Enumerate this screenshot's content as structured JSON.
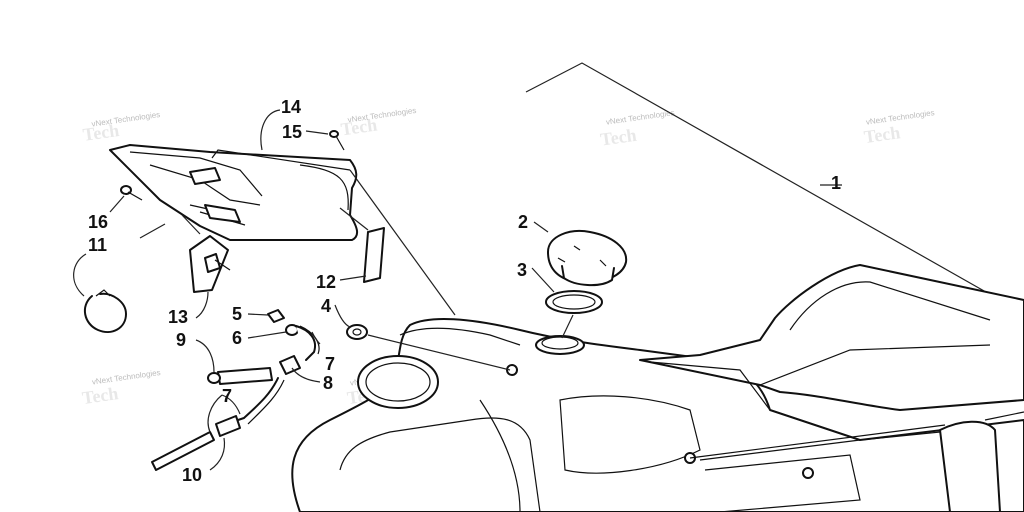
{
  "diagram": {
    "callouts": [
      "1",
      "2",
      "3",
      "4",
      "5",
      "6",
      "7",
      "7",
      "8",
      "9",
      "7",
      "10",
      "11",
      "12",
      "13",
      "14",
      "15",
      "16"
    ],
    "watermark": "vNext Technologies"
  }
}
